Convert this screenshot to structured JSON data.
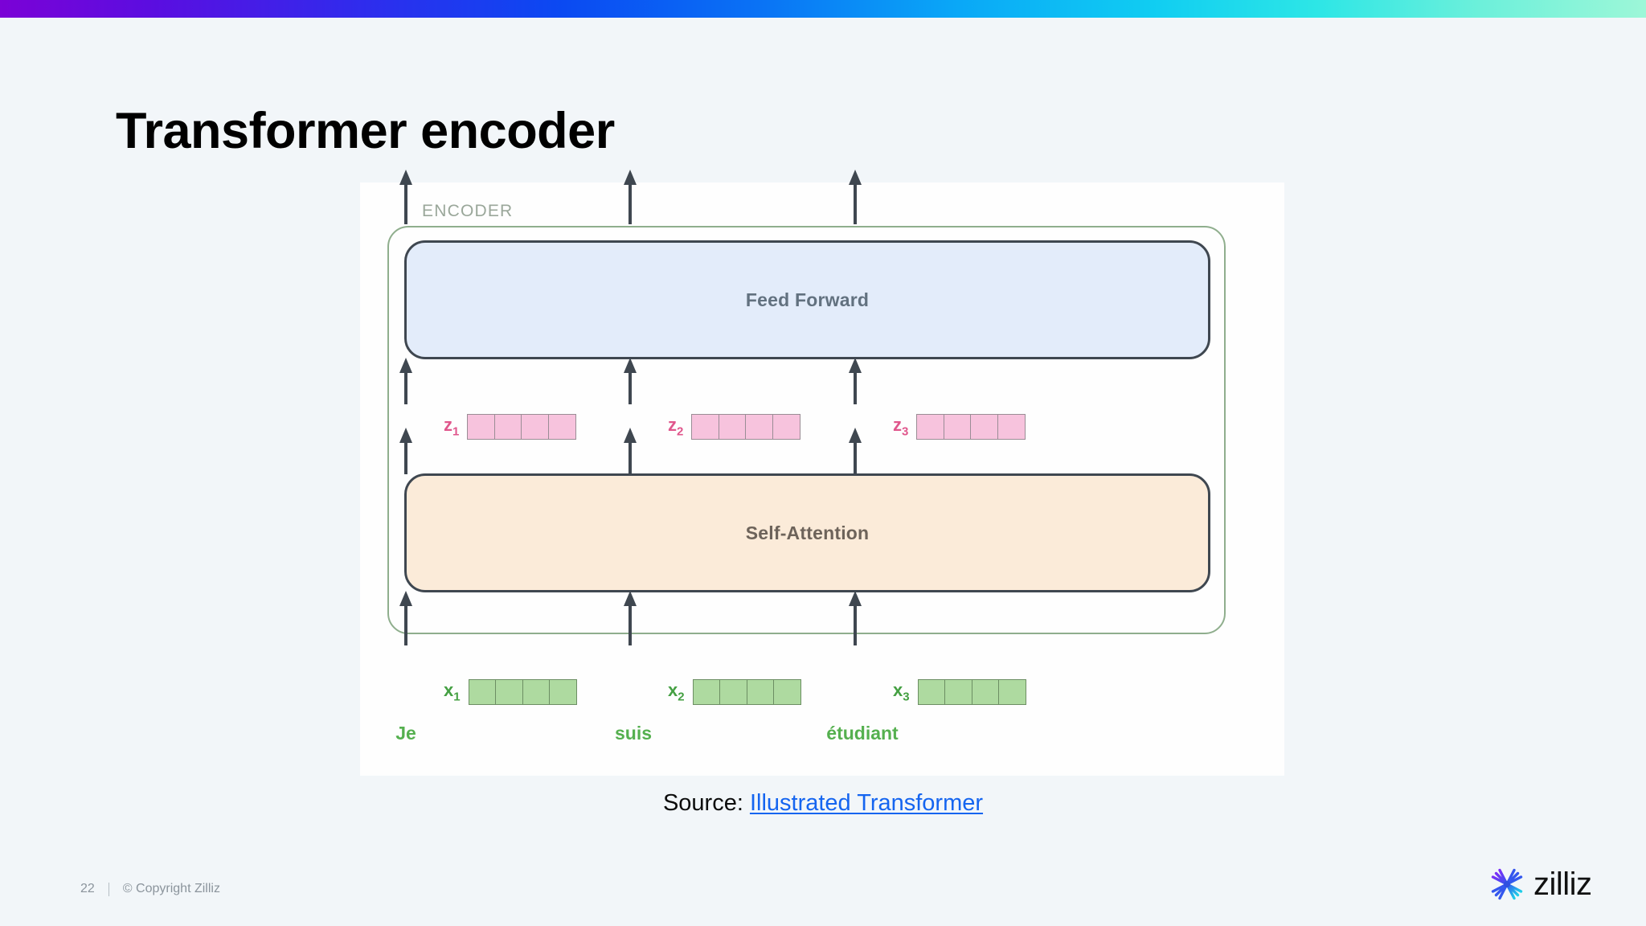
{
  "slide": {
    "title": "Transformer encoder",
    "background_color": "#f2f6f9",
    "accent_gradient": [
      "#7b02d6",
      "#0b49f2",
      "#10cdf2",
      "#9df7d8"
    ]
  },
  "diagram": {
    "encoder_label": "ENCODER",
    "encoder_border_color": "#8fae8d",
    "blocks": [
      {
        "name": "feed-forward",
        "label": "Feed Forward",
        "fill": "#e3ecfa",
        "border": "#3f4750",
        "text_color": "#62717f"
      },
      {
        "name": "self-attention",
        "label": "Self-Attention",
        "fill": "#fbebd9",
        "border": "#3f4750",
        "text_color": "#6d635a"
      }
    ],
    "z_vectors": [
      {
        "label": "z",
        "subscript": "1",
        "cells": 4,
        "color": "#f7c3dd"
      },
      {
        "label": "z",
        "subscript": "2",
        "cells": 4,
        "color": "#f7c3dd"
      },
      {
        "label": "z",
        "subscript": "3",
        "cells": 4,
        "color": "#f7c3dd"
      }
    ],
    "x_vectors": [
      {
        "label": "x",
        "subscript": "1",
        "cells": 4,
        "color": "#aedaa0"
      },
      {
        "label": "x",
        "subscript": "2",
        "cells": 4,
        "color": "#aedaa0"
      },
      {
        "label": "x",
        "subscript": "3",
        "cells": 4,
        "color": "#aedaa0"
      }
    ],
    "words": [
      "Je",
      "suis",
      "étudiant"
    ],
    "vector_label_color_z": "#e0568c",
    "vector_label_color_x": "#45a043",
    "word_color": "#55b04f",
    "arrow_color": "#3f4750"
  },
  "source": {
    "prefix": "Source: ",
    "link_text": "Illustrated Transformer",
    "link_color": "#1565f0"
  },
  "footer": {
    "page_number": "22",
    "copyright": "© Copyright Zilliz"
  },
  "brand": {
    "name": "zilliz",
    "mark": "starburst-icon"
  }
}
